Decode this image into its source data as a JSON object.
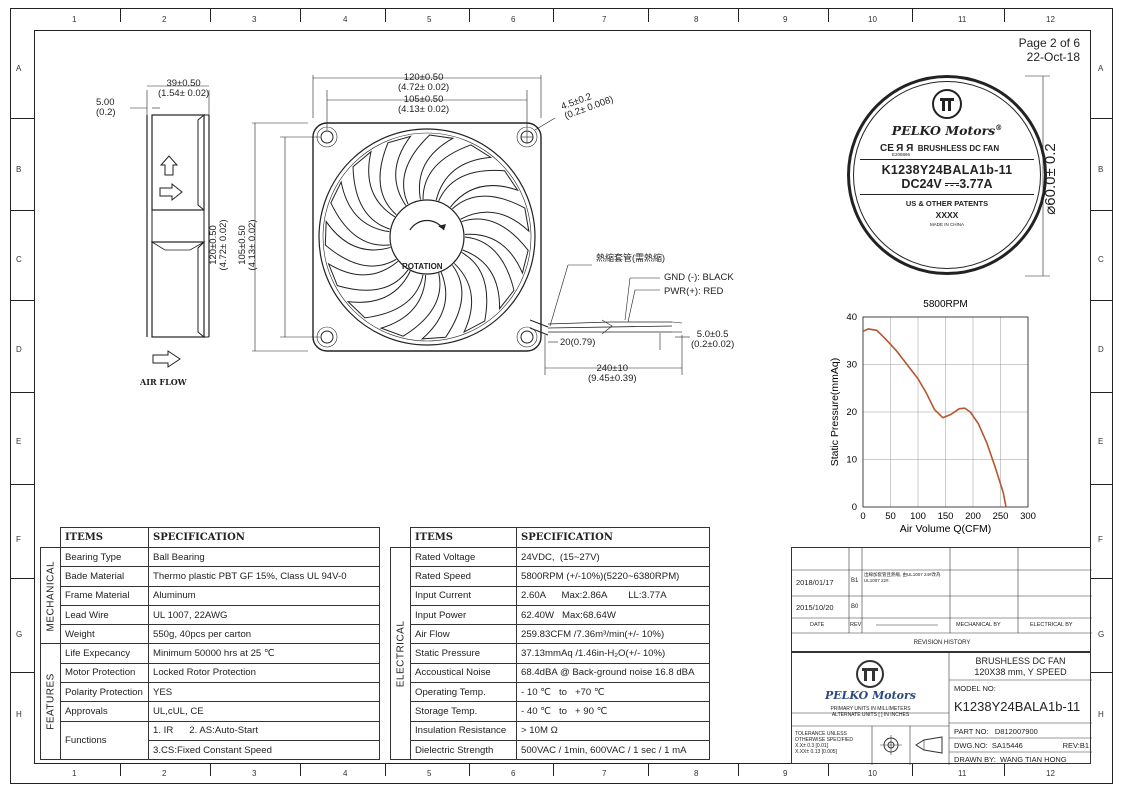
{
  "page": {
    "label": "Page 2 of 6",
    "date": "22-Oct-18"
  },
  "zones": {
    "cols": [
      "1",
      "2",
      "3",
      "4",
      "5",
      "6",
      "7",
      "8",
      "9",
      "10",
      "11",
      "12"
    ],
    "rows": [
      "A",
      "B",
      "C",
      "D",
      "E",
      "F",
      "G",
      "H"
    ]
  },
  "views": {
    "side": {
      "dim_width": "39±0.50",
      "dim_width_in": "(1.54± 0.02)",
      "dim_offset": "5.00",
      "dim_offset_in": "(0.2)",
      "airflow_label": "AIR FLOW"
    },
    "front": {
      "dim_outer": "120±0.50",
      "dim_outer_in": "(4.72± 0.02)",
      "dim_hole": "105±0.50",
      "dim_hole_in": "(4.13± 0.02)",
      "dim_vert_outer": "120±0.50",
      "dim_vert_outer_in": "(4.72± 0.02)",
      "dim_vert_hole": "105±0.50",
      "dim_vert_hole_in": "(4.13± 0.02)",
      "dim_holedia": "4.5±0.2",
      "dim_holedia_in": "(0.2± 0.008)",
      "rotation_label": "ROTATION"
    },
    "wire": {
      "sleeve": "熱縮套管(需熱縮)",
      "gnd": "GND (-): BLACK",
      "pwr": "PWR(+): RED",
      "strip": "5.0±0.5",
      "strip_in": "(0.2±0.02)",
      "tail": "20(0.79)",
      "length": "240±10",
      "length_in": "(9.45±0.39)"
    }
  },
  "label": {
    "brand": "PELKO Motors",
    "reg": "®",
    "certs": "CE",
    "cert_code": "E208866",
    "type": "BRUSHLESS DC FAN",
    "model": "K1238Y24BALA1b-11",
    "rating": "DC24V",
    "current": "3.77A",
    "patents": "US & OTHER PATENTS",
    "code": "XXXX",
    "origin": "MADE IN CHINA",
    "diameter": "⌀60.0± 0.2"
  },
  "chart_data": {
    "type": "line",
    "title": "5800RPM",
    "xlabel": "Air Volume Q(CFM)",
    "ylabel": "Static Pressure(mmAq)",
    "xlim": [
      0,
      300
    ],
    "ylim": [
      0,
      40
    ],
    "xticks": [
      "0",
      "50",
      "100",
      "150",
      "200",
      "250",
      "300"
    ],
    "yticks": [
      "0",
      "10",
      "20",
      "30",
      "40"
    ],
    "color": "#b5562f",
    "grid": true,
    "series": [
      {
        "x": [
          0,
          10,
          25,
          40,
          60,
          80,
          100,
          115,
          130,
          145,
          160,
          175,
          185,
          195,
          210,
          225,
          240,
          255,
          260
        ],
        "y": [
          37,
          37.5,
          37.2,
          35.5,
          33,
          30,
          27,
          24,
          20.5,
          18.8,
          19.5,
          20.7,
          20.8,
          20,
          17.5,
          13.5,
          8.5,
          3,
          0
        ]
      }
    ]
  },
  "mech_table": {
    "header": [
      "ITEMS",
      "SPECIFICATION"
    ],
    "group_mech": "MECHANICAL",
    "group_feat": "FEATURES",
    "rows": [
      [
        "Bearing Type",
        "Ball Bearing"
      ],
      [
        "Bade Material",
        "Thermo plastic PBT GF 15%, Class UL 94V-0"
      ],
      [
        "Frame Material",
        "Aluminum"
      ],
      [
        "Lead Wire",
        "UL 1007, 22AWG"
      ],
      [
        "Weight",
        "550g, 40pcs per carton"
      ],
      [
        "Life Expecancy",
        "Minimum 50000 hrs at 25 ℃"
      ],
      [
        "Motor Protection",
        "Locked Rotor Protection"
      ],
      [
        "Polarity Protection",
        "YES"
      ],
      [
        "Approvals",
        "UL,cUL, CE"
      ]
    ],
    "functions": {
      "label": "Functions",
      "line1": "1. IR      2. AS:Auto-Start",
      "line2": "3.CS:Fixed Constant Speed"
    }
  },
  "elec_table": {
    "header": [
      "ITEMS",
      "SPECIFICATION"
    ],
    "group": "ELECTRICAL",
    "rows": [
      [
        "Rated Voltage",
        "24VDC,  (15~27V)"
      ],
      [
        "Rated Speed",
        "5800RPM (+/-10%)(5220~6380RPM)"
      ],
      [
        "Input Current",
        "2.60A      Max:2.86A        LL:3.77A"
      ],
      [
        "Input Power",
        "62.40W   Max:68.64W"
      ],
      [
        "Air Flow",
        "259.83CFM /7.36m³/min(+/- 10%)"
      ],
      [
        "Static Pressure",
        "37.13mmAq /1.46in-H₂O(+/- 10%)"
      ],
      [
        "Accoustical Noise",
        "68.4dBA @ Back-ground noise 16.8 dBA"
      ],
      [
        "Operating Temp.",
        "- 10 ℃   to   +70 ℃"
      ],
      [
        "Storage Temp.",
        "- 40 ℃   to   + 90 ℃"
      ],
      [
        "Insulation Resistance",
        "> 10M Ω"
      ],
      [
        "Dielectric Strength",
        "500VAC / 1min, 600VAC / 1 sec / 1 mA"
      ]
    ]
  },
  "revision": {
    "rows": [
      {
        "date": "2018/01/17",
        "rev": "B1",
        "note": "出線加套管且熱縮, 由UL1007 24#改為 UL1007 22#."
      },
      {
        "date": "2015/10/20",
        "rev": "B0",
        "note": ""
      }
    ],
    "headers": [
      "DATE",
      "REV",
      "",
      "MECHANICAL BY",
      "ELECTRICAL BY"
    ],
    "title": "REVISION HISTORY"
  },
  "title_block": {
    "desc1": "BRUSHLESS DC FAN",
    "desc2": "120X38 mm,  Y SPEED",
    "model_label": "MODEL NO:",
    "model": "K1238Y24BALA1b-11",
    "units1": "PRIMARY UNITS IN MILLIMETERS",
    "units2": "ALTERNATE UNITS [  ] IN INCHES",
    "tol1": "TOLERANCE UNLESS",
    "tol2": "OTHERWISE SPECIFIED",
    "tol3": "X.X± 0.3 [0.01]",
    "tol4": "X.XX± 0.13 [0.005]",
    "part_label": "PART NO:",
    "part": "D812007900",
    "dwg_label": "DWG.NO:",
    "dwg": "SA15446",
    "rev_label": "REV:B1",
    "drawn_label": "DRAWN BY:",
    "drawn": "WANG TIAN HONG",
    "brand": "PELKO Motors"
  }
}
